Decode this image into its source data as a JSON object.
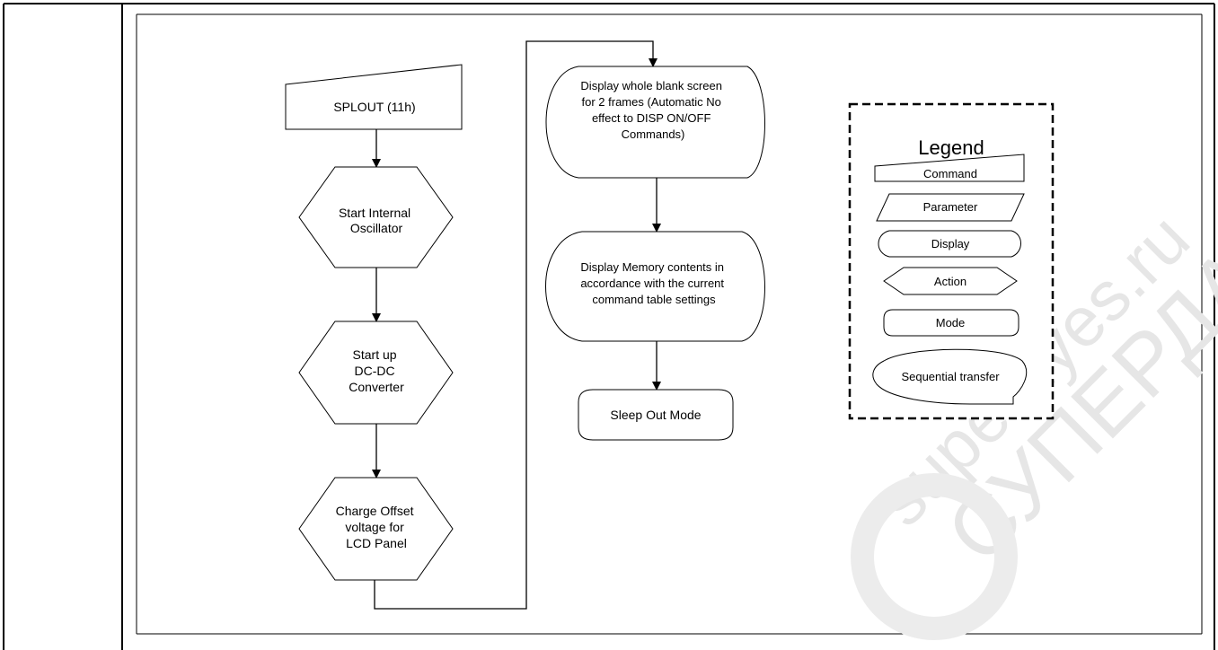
{
  "colors": {
    "line": "#000000",
    "fill": "#ffffff",
    "watermark": "#e6e6e6"
  },
  "flowchart": {
    "command": "SPLOUT (11h)",
    "action_oscillator": [
      "Start Internal",
      "Oscillator"
    ],
    "action_dcdc": [
      "Start up",
      "DC-DC",
      "Converter"
    ],
    "action_charge": [
      "Charge Offset",
      "voltage for",
      "LCD Panel"
    ],
    "display_blank": [
      "Display whole blank screen",
      "for 2 frames (Automatic No",
      "effect to DISP ON/OFF",
      "Commands)"
    ],
    "display_memory": [
      "Display Memory contents in",
      "accordance with the current",
      "command table settings"
    ],
    "mode_sleep_out": "Sleep Out Mode"
  },
  "legend": {
    "title": "Legend",
    "command": "Command",
    "parameter": "Parameter",
    "display": "Display",
    "action": "Action",
    "mode": "Mode",
    "sequential": "Sequential transfer"
  },
  "watermark": {
    "line1": "superdyes.ru",
    "line2": "СУПЕРДАЙ"
  }
}
